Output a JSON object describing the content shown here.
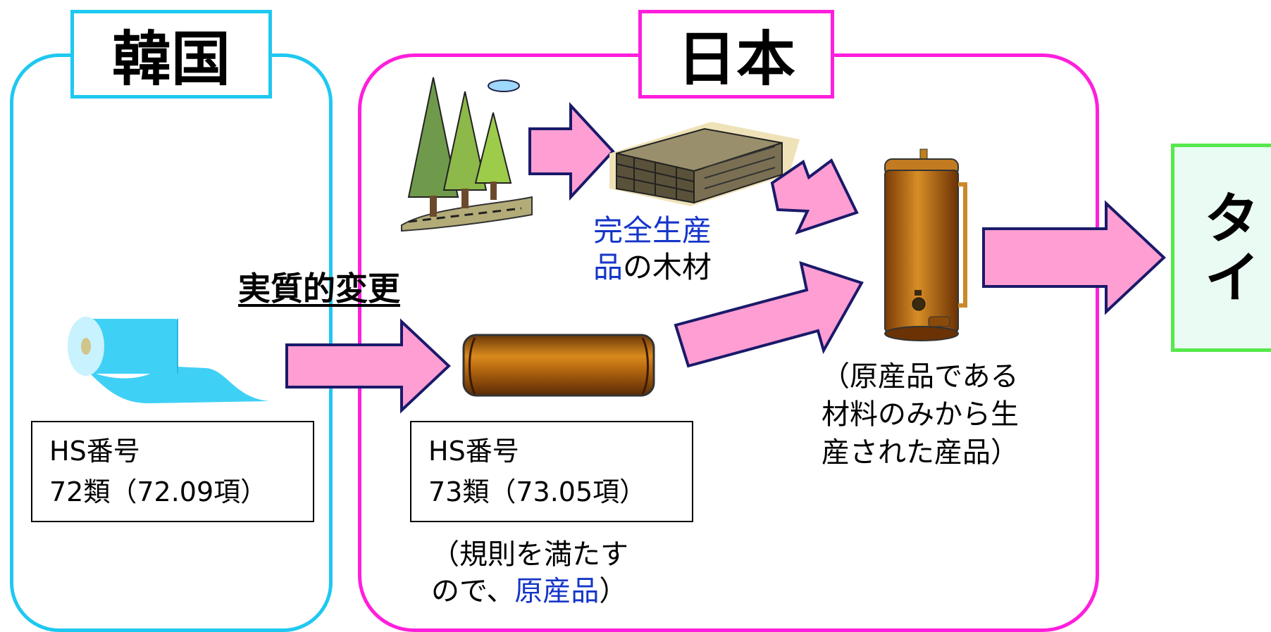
{
  "regions": {
    "korea": {
      "label": "韓国"
    },
    "japan": {
      "label": "日本"
    },
    "thailand": {
      "label": "タイ"
    }
  },
  "korea_hs": {
    "line1": "HS番号",
    "line2": "72類（72.09項）"
  },
  "japan_hs": {
    "line1": "HS番号",
    "line2": "73類（73.05項）"
  },
  "process_label": "実質的変更",
  "wood_caption": {
    "blue_part1": "完全生産",
    "blue_part2": "品",
    "black_part": "の木材"
  },
  "pipe_caption": {
    "line1": "（規則を満たす",
    "line2_black": "ので、",
    "line2_blue": "原産品",
    "line2_end": "）"
  },
  "product_caption": {
    "line1": "（原産品である",
    "line2": "材料のみから生",
    "line3": "産された産品）"
  },
  "colors": {
    "korea_border": "#1fc8f0",
    "japan_border": "#ff1fdc",
    "thai_border": "#55e84a",
    "arrow_fill": "#ff9ed2",
    "arrow_stroke": "#1a1a6a",
    "highlight_text": "#1536c8"
  }
}
